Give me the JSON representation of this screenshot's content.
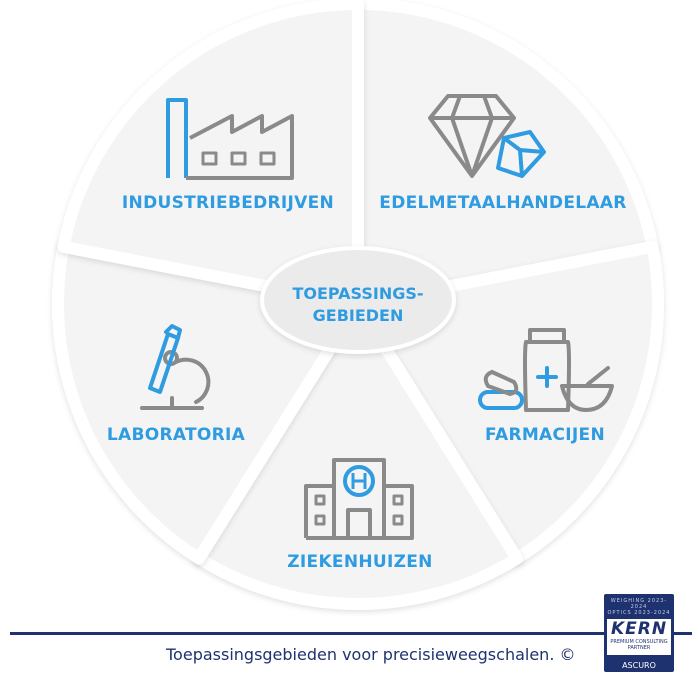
{
  "center": {
    "line1": "TOEPASSINGS-",
    "line2": "GEBIEDEN"
  },
  "segments": [
    {
      "label": "EDELMETAALHANDELAAR",
      "icon": "diamond-icon"
    },
    {
      "label": "FARMACIJEN",
      "icon": "pharmacy-icon"
    },
    {
      "label": "ZIEKENHUIZEN",
      "icon": "hospital-icon"
    },
    {
      "label": "LABORATORIA",
      "icon": "microscope-icon"
    },
    {
      "label": "INDUSTRIEBEDRIJVEN",
      "icon": "factory-icon"
    }
  ],
  "caption": "Toepassingsgebieden voor precisieweegschalen. ©",
  "badge": {
    "line1": "WEIGHING 2023-2024",
    "line2": "OPTICS 2023-2024",
    "brand": "KERN",
    "tag1": "PREMIUM CONSULTING",
    "tag2": "PARTNER",
    "partner": "ASCURO"
  },
  "colors": {
    "accent": "#2f9be0",
    "icon_gray": "#8a8a8a",
    "navy": "#1f3270",
    "segment": "#f4f4f4"
  }
}
